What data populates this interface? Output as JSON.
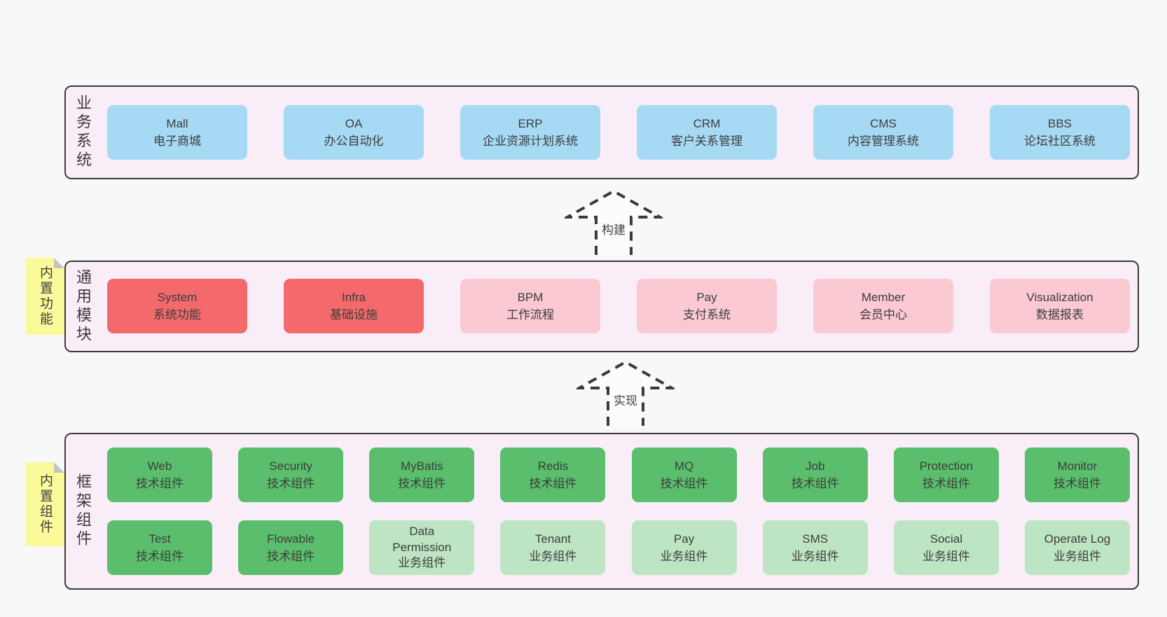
{
  "colors": {
    "page_background": "#f8f8f8",
    "band_background": "#f9edf7",
    "band_border": "#3a3a3a",
    "business_box": "#a6d9f3",
    "core_module_box": "#f4696b",
    "optional_module_box": "#fbc9d2",
    "tech_component_box": "#5abe6c",
    "biz_component_box": "#bee5c3",
    "sticky_note": "#fafa9a",
    "sticky_fold": "#c4c4c6",
    "text": "#3d3d3d"
  },
  "arrows": {
    "build": "构建",
    "implement": "实现"
  },
  "bands": {
    "business": {
      "label": "业务系统",
      "boxes": [
        {
          "en": "Mall",
          "zh": "电子商城"
        },
        {
          "en": "OA",
          "zh": "办公自动化"
        },
        {
          "en": "ERP",
          "zh": "企业资源计划系统"
        },
        {
          "en": "CRM",
          "zh": "客户关系管理"
        },
        {
          "en": "CMS",
          "zh": "内容管理系统"
        },
        {
          "en": "BBS",
          "zh": "论坛社区系统"
        }
      ]
    },
    "modules": {
      "label": "通用模块",
      "sticky": "内置功能",
      "boxes": [
        {
          "en": "System",
          "zh": "系统功能"
        },
        {
          "en": "Infra",
          "zh": "基础设施"
        },
        {
          "en": "BPM",
          "zh": "工作流程"
        },
        {
          "en": "Pay",
          "zh": "支付系统"
        },
        {
          "en": "Member",
          "zh": "会员中心"
        },
        {
          "en": "Visualization",
          "zh": "数据报表"
        }
      ]
    },
    "components": {
      "label": "框架组件",
      "sticky": "内置组件",
      "row1": [
        {
          "en": "Web",
          "zh": "技术组件"
        },
        {
          "en": "Security",
          "zh": "技术组件"
        },
        {
          "en": "MyBatis",
          "zh": "技术组件"
        },
        {
          "en": "Redis",
          "zh": "技术组件"
        },
        {
          "en": "MQ",
          "zh": "技术组件"
        },
        {
          "en": "Job",
          "zh": "技术组件"
        },
        {
          "en": "Protection",
          "zh": "技术组件"
        },
        {
          "en": "Monitor",
          "zh": "技术组件"
        }
      ],
      "row2": [
        {
          "en": "Test",
          "zh": "技术组件"
        },
        {
          "en": "Flowable",
          "zh": "技术组件"
        },
        {
          "en": "Data Permission",
          "zh": "业务组件"
        },
        {
          "en": "Tenant",
          "zh": "业务组件"
        },
        {
          "en": "Pay",
          "zh": "业务组件"
        },
        {
          "en": "SMS",
          "zh": "业务组件"
        },
        {
          "en": "Social",
          "zh": "业务组件"
        },
        {
          "en": "Operate Log",
          "zh": "业务组件"
        }
      ]
    }
  }
}
